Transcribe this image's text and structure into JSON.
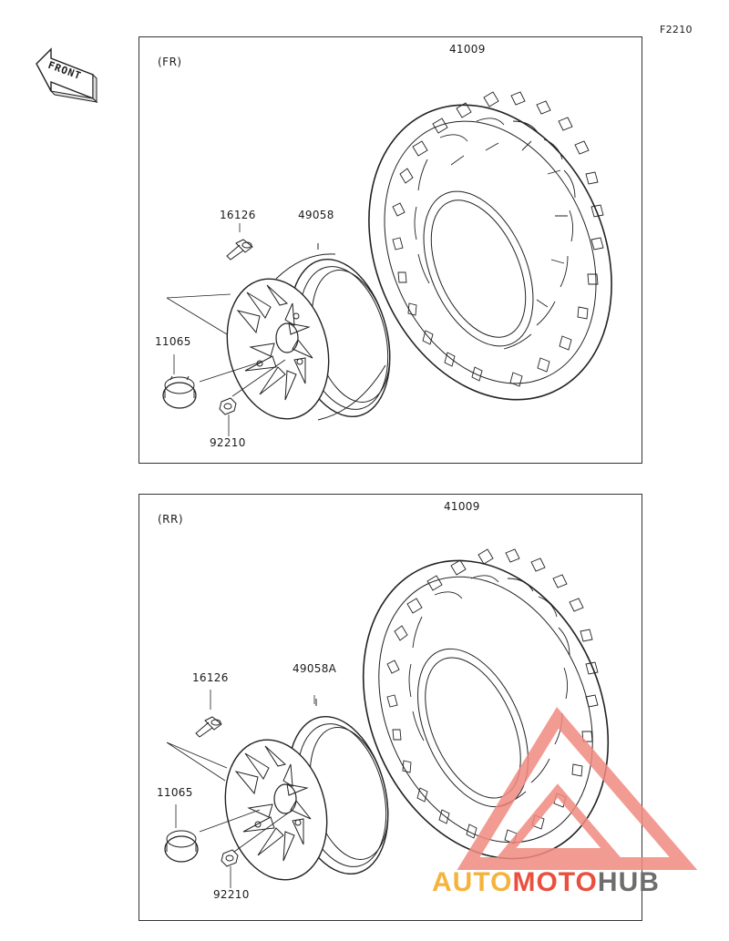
{
  "page_code": "F2210",
  "front_indicator": "FRONT",
  "panels": [
    {
      "label": "(FR)",
      "parts": {
        "tire": "41009",
        "valve": "16126",
        "wheel": "49058",
        "cap": "11065",
        "nut": "92210"
      }
    },
    {
      "label": "(RR)",
      "parts": {
        "tire": "41009",
        "valve": "16126",
        "wheel": "49058A",
        "cap": "11065",
        "nut": "92210"
      }
    }
  ],
  "watermark": {
    "part1": "AUTO",
    "part2": "MOTO",
    "part3": "HUB",
    "colors": {
      "auto": "#f5b33c",
      "moto": "#e9503f",
      "hub": "#6d6d6d",
      "triangle": "#f08a80"
    }
  }
}
